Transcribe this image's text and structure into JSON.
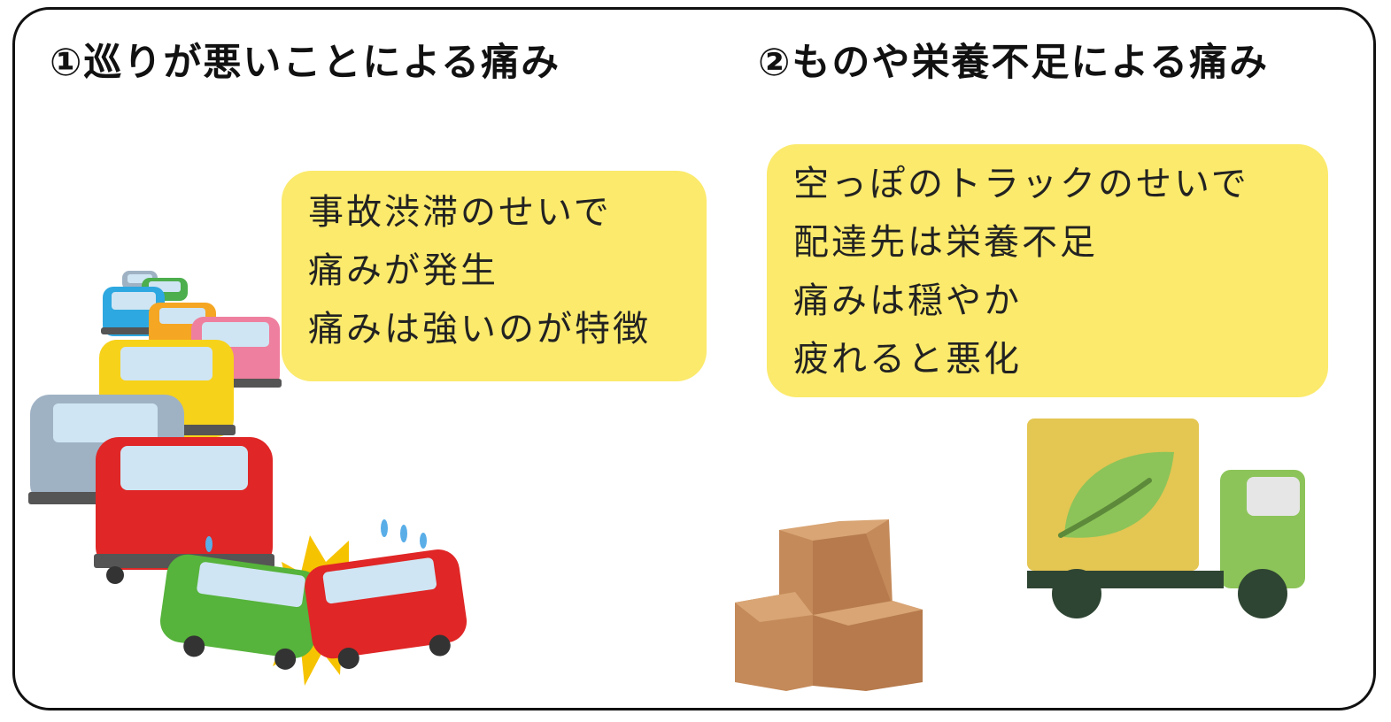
{
  "panel1": {
    "heading": "①巡りが悪いことによる痛み",
    "bubble_lines": [
      "事故渋滞のせいで",
      "痛みが発生",
      "痛みは強いのが特徴"
    ]
  },
  "panel2": {
    "heading": "②ものや栄養不足による痛み",
    "bubble_lines": [
      "空っぽのトラックのせいで",
      "配達先は栄養不足",
      "痛みは穏やか",
      "疲れると悪化"
    ]
  },
  "colors": {
    "bubble": "#fbea6c",
    "frame": "#111111",
    "truck_box": "#e4c652",
    "truck_cab": "#8cc459",
    "leaf": "#8cc459",
    "box": "#c48a5a"
  },
  "icons": [
    "traffic-jam-illustration",
    "car-crash-illustration",
    "cardboard-boxes-illustration",
    "delivery-truck-illustration",
    "leaf-icon"
  ]
}
